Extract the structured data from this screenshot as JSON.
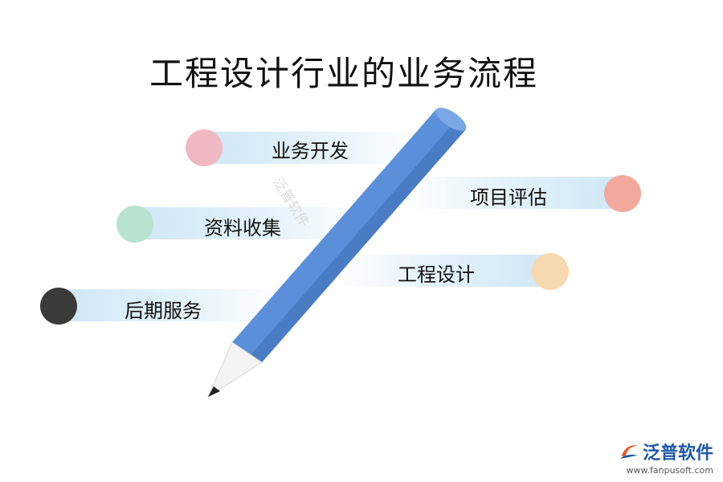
{
  "title": "工程设计行业的业务流程",
  "steps": [
    {
      "label": "业务开发",
      "color": "#f0b8c2"
    },
    {
      "label": "项目评估",
      "color": "#f2a89c"
    },
    {
      "label": "资料收集",
      "color": "#b8e3cf"
    },
    {
      "label": "工程设计",
      "color": "#f7d9b0"
    },
    {
      "label": "后期服务",
      "color": "#3a3a3a"
    }
  ],
  "pencil": {
    "body_color": "#5b8fd9",
    "tip_color": "#f4f4f4",
    "lead_color": "#222222"
  },
  "watermark": {
    "text": "泛普软件"
  },
  "brand": {
    "name": "泛普软件",
    "url": "www.fanpusoft.com",
    "icon": "fanpu-logo-icon"
  }
}
